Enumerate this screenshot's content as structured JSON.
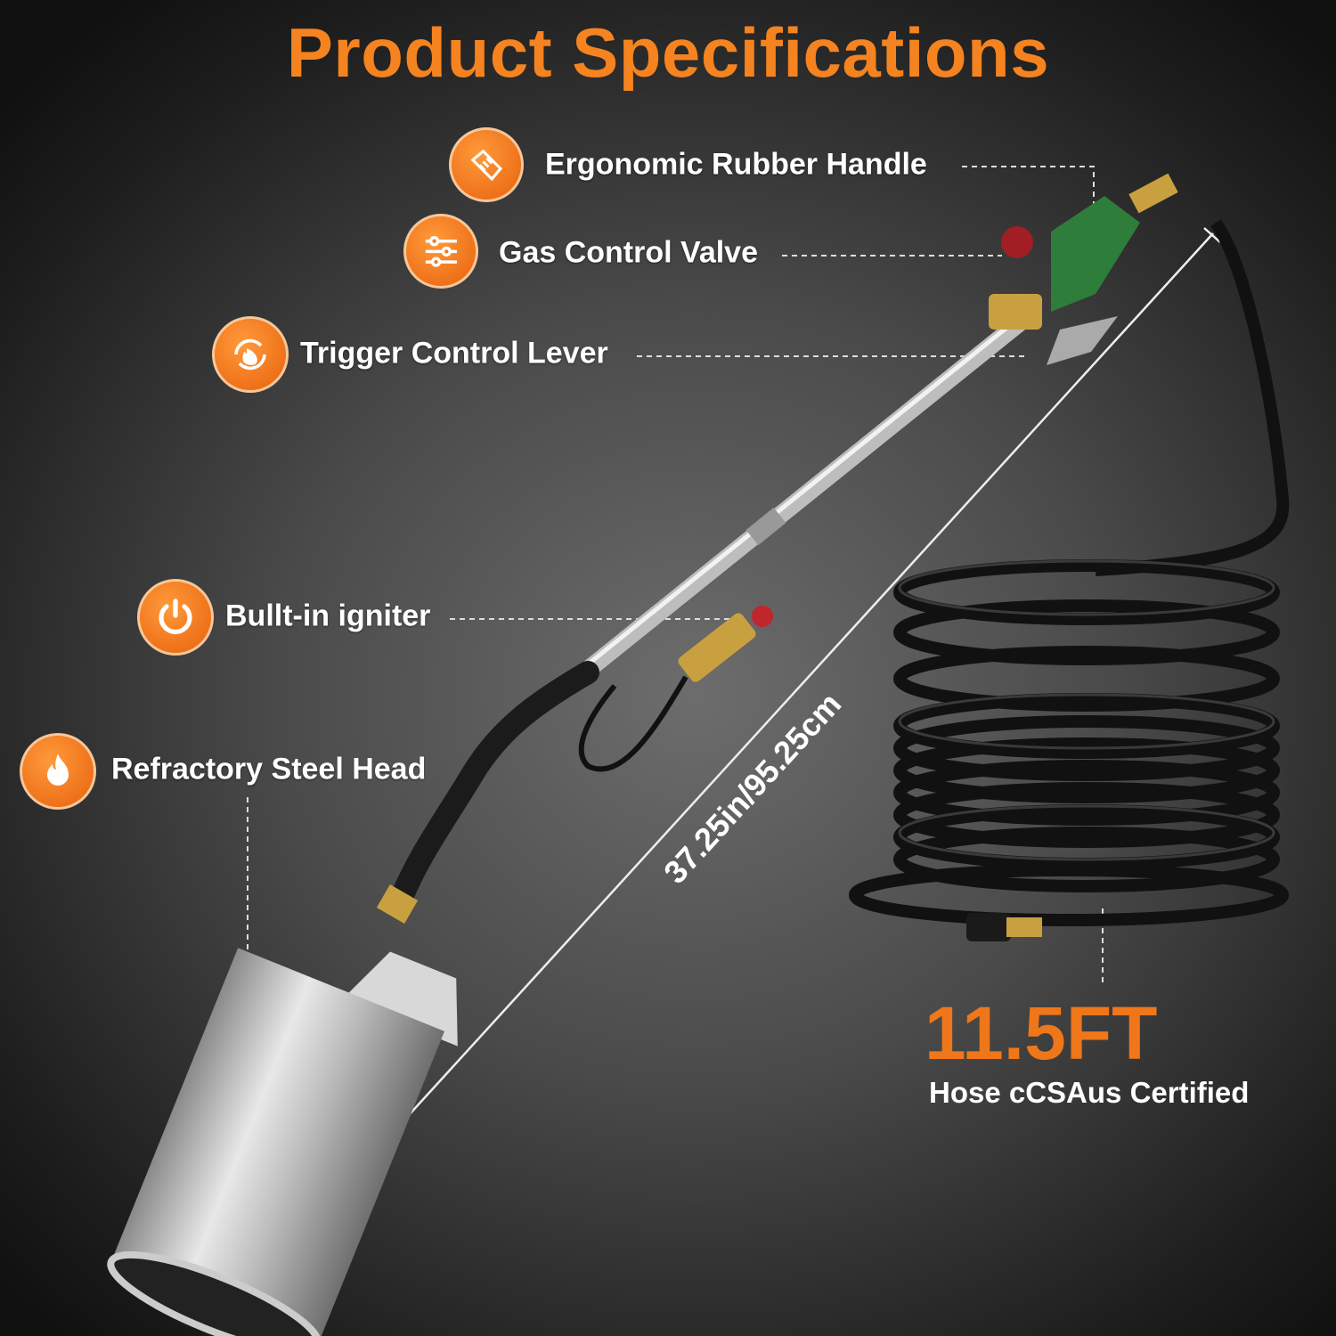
{
  "title": "Product Specifications",
  "features": [
    {
      "label": "Ergonomic Rubber Handle",
      "icon": "hand-grip-icon"
    },
    {
      "label": "Gas Control Valve",
      "icon": "sliders-icon"
    },
    {
      "label": "Trigger Control Lever",
      "icon": "flame-cycle-icon"
    },
    {
      "label": "Bullt-in igniter",
      "icon": "power-icon"
    },
    {
      "label": "Refractory Steel Head",
      "icon": "flame-icon"
    }
  ],
  "dimension": "37.25in/95.25cm",
  "hose": {
    "length": "11.5FT",
    "caption": "Hose cCSAus Certified"
  },
  "colors": {
    "accent": "#f5831f",
    "handle": "#2e7d3a"
  }
}
